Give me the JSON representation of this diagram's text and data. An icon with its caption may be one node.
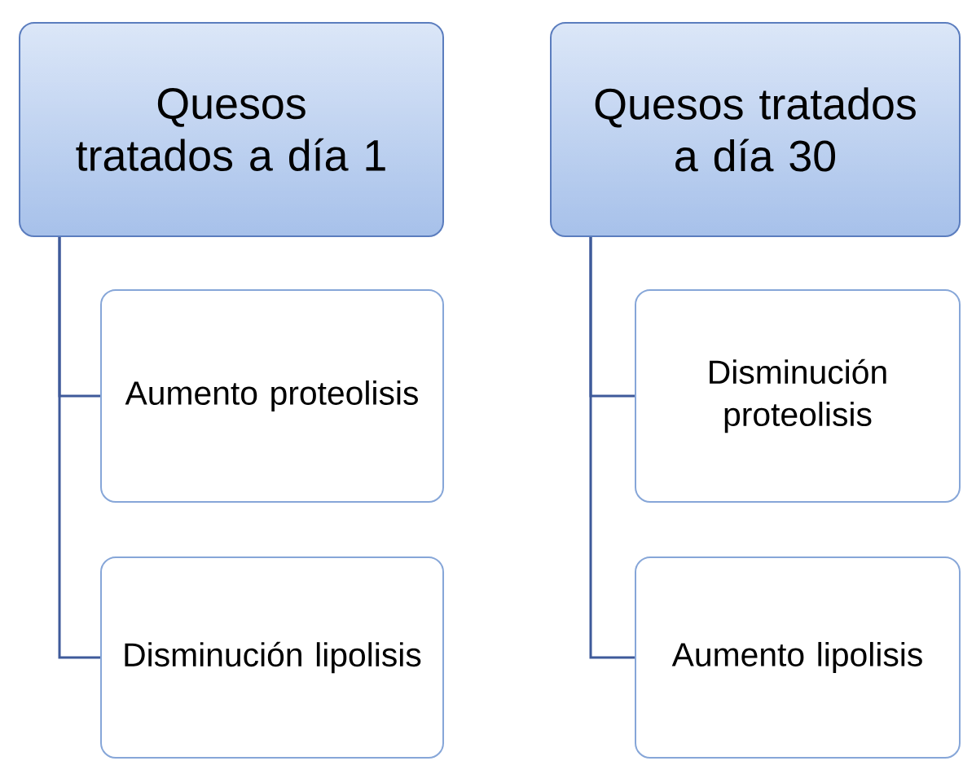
{
  "diagram": {
    "nodes": [
      {
        "text": [
          "Quesos tratados a día 1"
        ]
      },
      {
        "text": [
          "Aumento proteolisis"
        ]
      },
      {
        "text": [
          "Disminución lipolisis"
        ]
      },
      {
        "text": [
          "Quesos tratados a día 30"
        ]
      },
      {
        "text": [
          "Disminución proteolisis"
        ]
      },
      {
        "text": [
          "Aumento lipolisis"
        ]
      }
    ],
    "edges": [
      {
        "from": 0,
        "to": 1,
        "arrow": "none"
      },
      {
        "from": 0,
        "to": 2,
        "arrow": "none"
      },
      {
        "from": 3,
        "to": 4,
        "arrow": "none"
      },
      {
        "from": 3,
        "to": 5,
        "arrow": "none"
      }
    ]
  }
}
